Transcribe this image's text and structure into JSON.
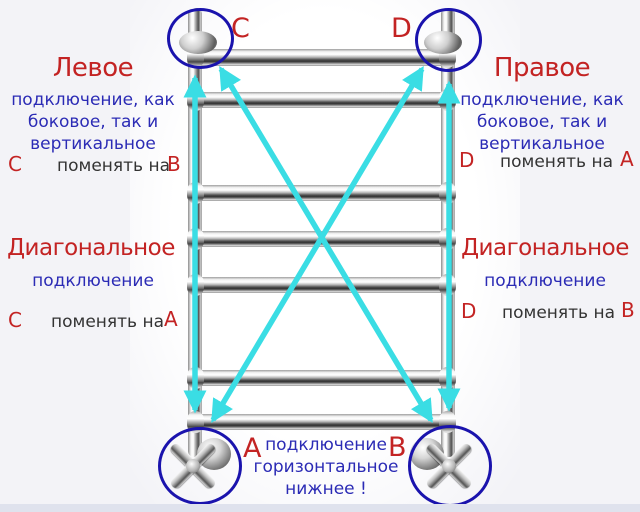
{
  "colors": {
    "accent_red": "#c32323",
    "text_blue": "#2b2bb5",
    "arrow_cyan": "#3adde4",
    "circle_blue": "#1a13ad",
    "action_text": "#333333",
    "background": "#f3f3f7"
  },
  "left_panel": {
    "title": "Левое",
    "subtitle_lines": [
      "подключение, как",
      "боковое, так и",
      "вертикальное"
    ],
    "side_swap": {
      "from": "C",
      "action": "поменять на",
      "to": "B"
    },
    "diagonal_title": "Диагональное",
    "diagonal_subtitle": "подключение",
    "diagonal_swap": {
      "from": "C",
      "action": "поменять на",
      "to": "A"
    }
  },
  "right_panel": {
    "title": "Правое",
    "subtitle_lines": [
      "подключение, как",
      "боковое, так и",
      "вертикальное"
    ],
    "side_swap": {
      "from": "D",
      "action": "поменять на",
      "to": "A"
    },
    "diagonal_title": "Диагональное",
    "diagonal_subtitle": "подключение",
    "diagonal_swap": {
      "from": "D",
      "action": "поменять на",
      "to": "B"
    }
  },
  "connections": {
    "top_left_label": "C",
    "top_right_label": "D",
    "bottom_left_label": "A",
    "bottom_right_label": "B"
  },
  "bottom_note": {
    "lines": [
      "подключение",
      "горизонтальное",
      "нижнее !"
    ]
  }
}
